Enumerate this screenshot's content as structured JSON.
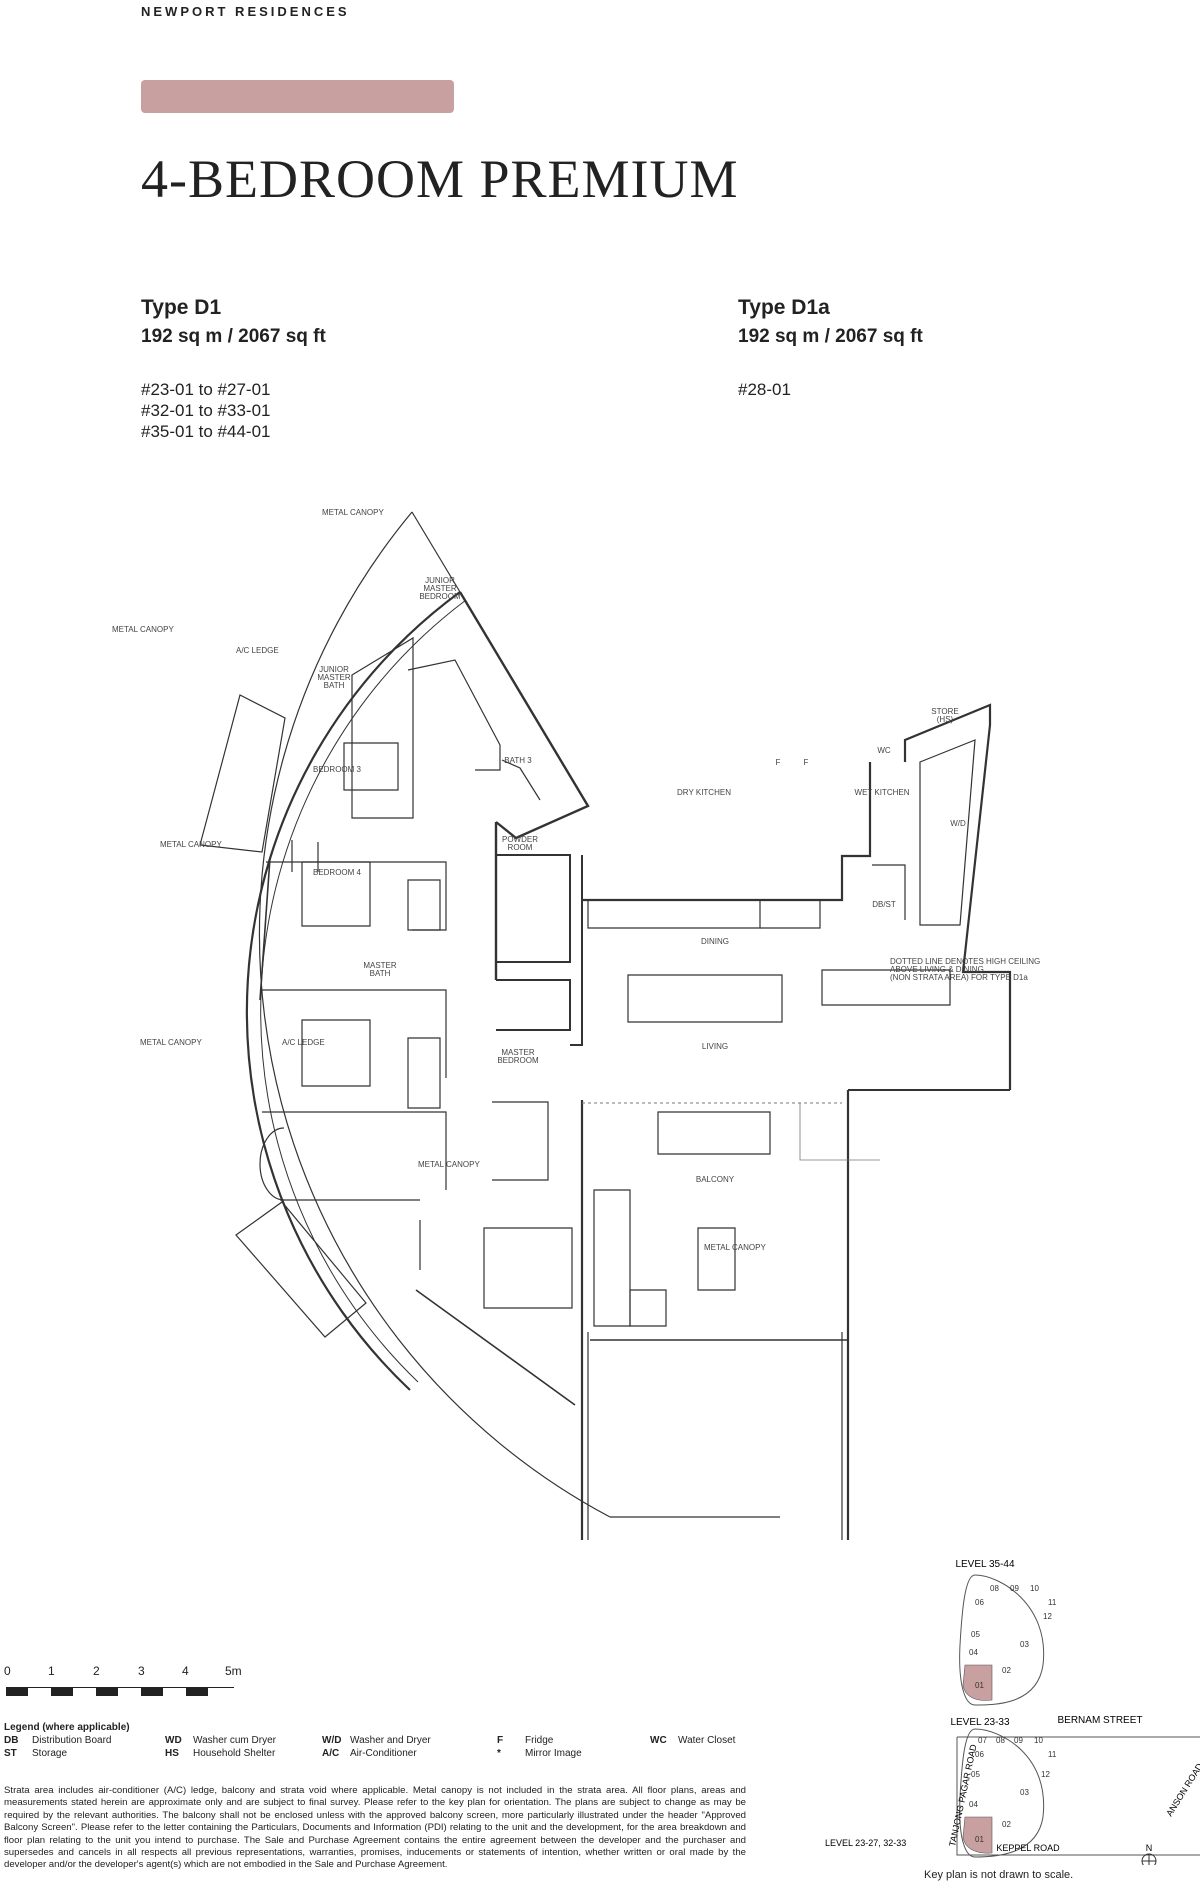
{
  "header": {
    "brand": "NEWPORT RESIDENCES",
    "accent_color": "#c9a0a0"
  },
  "title": "4-BEDROOM PREMIUM",
  "types": [
    {
      "name": "Type D1",
      "area": "192 sq m / 2067 sq ft",
      "units": [
        "#23-01 to #27-01",
        "#32-01 to #33-01",
        "#35-01 to #44-01"
      ]
    },
    {
      "name": "Type D1a",
      "area": "192 sq m / 2067 sq ft",
      "units": [
        "#28-01"
      ]
    }
  ],
  "floorplan": {
    "labels": {
      "metal_canopy": "METAL CANOPY",
      "ac_ledge": "A/C LEDGE",
      "junior_master_bedroom": [
        "JUNIOR",
        "MASTER",
        "BEDROOM"
      ],
      "junior_master_bath": [
        "JUNIOR",
        "MASTER",
        "BATH"
      ],
      "bedroom3": "BEDROOM 3",
      "bedroom4": "BEDROOM 4",
      "master_bath": [
        "MASTER",
        "BATH"
      ],
      "master_bedroom": [
        "MASTER",
        "BEDROOM"
      ],
      "bath3": "BATH 3",
      "powder_room": [
        "POWDER",
        "ROOM"
      ],
      "dry_kitchen": "DRY KITCHEN",
      "wet_kitchen": "WET KITCHEN",
      "wc": "WC",
      "store": [
        "STORE",
        "(HS)"
      ],
      "wd": "W/D",
      "f": "F",
      "dbst": "DB/ST",
      "dining": "DINING",
      "living": "LIVING",
      "balcony": "BALCONY",
      "dotted_note": [
        "DOTTED LINE DENOTES HIGH CEILING",
        "ABOVE LIVING & DINING",
        "(NON STRATA AREA) FOR TYPE D1a"
      ]
    }
  },
  "scale": {
    "ticks": [
      "0",
      "1",
      "2",
      "3",
      "4",
      "5m"
    ]
  },
  "legend": {
    "title": "Legend (where applicable)",
    "items": [
      {
        "abbr": "DB",
        "text": "Distribution Board"
      },
      {
        "abbr": "ST",
        "text": "Storage"
      },
      {
        "abbr": "WD",
        "text": "Washer cum Dryer"
      },
      {
        "abbr": "HS",
        "text": "Household Shelter"
      },
      {
        "abbr": "W/D",
        "text": "Washer and Dryer"
      },
      {
        "abbr": "A/C",
        "text": "Air-Conditioner"
      },
      {
        "abbr": "F",
        "text": "Fridge"
      },
      {
        "abbr": "*",
        "text": "Mirror Image"
      },
      {
        "abbr": "WC",
        "text": "Water Closet"
      }
    ]
  },
  "disclaimer": "Strata area includes air-conditioner (A/C) ledge, balcony and strata void where applicable. Metal canopy is not included in the strata area. All floor plans, areas and measurements stated herein are approximate only and are subject to final survey. Please refer to the key plan for orientation. The plans are subject to change as may be required by the relevant authorities. The balcony shall not be enclosed unless with the approved balcony screen, more particularly illustrated under the header \"Approved Balcony Screen\". Please refer to the letter containing the Particulars, Documents and Information (PDI) relating to the unit and the development, for the area breakdown and floor plan relating to the unit you intend to purchase. The Sale and Purchase Agreement contains the entire agreement between the developer and the purchaser and supersedes and cancels in all respects all previous representations, warranties, promises, inducements or statements of intention, whether written or oral made by the developer and/or the developer's agent(s) which are not embodied in the Sale and Purchase Agreement.",
  "keyplan": {
    "level_top": "LEVEL 35-44",
    "level_mid": "LEVEL 23-33",
    "level_bottom": "LEVEL 23-27, 32-33",
    "units_top": [
      "08",
      "09",
      "10",
      "06",
      "11",
      "12",
      "05",
      "03",
      "04",
      "02",
      "01"
    ],
    "units_bottom": [
      "07",
      "08",
      "09",
      "10",
      "06",
      "11",
      "05",
      "03",
      "12",
      "04",
      "02",
      "01"
    ],
    "streets": {
      "bernam": "BERNAM STREET",
      "tanjong_pagar": "TANJONG PAGAR ROAD",
      "anson": "ANSON ROAD",
      "keppel": "KEPPEL ROAD"
    },
    "north": "N",
    "note": "Key plan is not drawn to scale.",
    "highlight_color": "#c9a0a0"
  }
}
